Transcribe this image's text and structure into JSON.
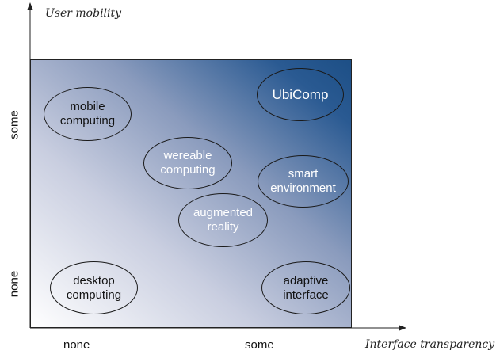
{
  "axes": {
    "x_title": "Interface transparency",
    "y_title": "User mobility",
    "x_ticks": [
      "none",
      "some"
    ],
    "y_ticks": [
      "none",
      "some"
    ]
  },
  "bubbles": [
    {
      "id": "mobile-computing",
      "label": "mobile\ncomputing"
    },
    {
      "id": "wereable-computing",
      "label": "wereable\ncomputing"
    },
    {
      "id": "augmented-reality",
      "label": "augmented\nreality"
    },
    {
      "id": "ubicomp",
      "label": "UbiComp"
    },
    {
      "id": "smart-environment",
      "label": "smart\nenvironment"
    },
    {
      "id": "desktop-computing",
      "label": "desktop\ncomputing"
    },
    {
      "id": "adaptive-interface",
      "label": "adaptive\ninterface"
    }
  ]
}
